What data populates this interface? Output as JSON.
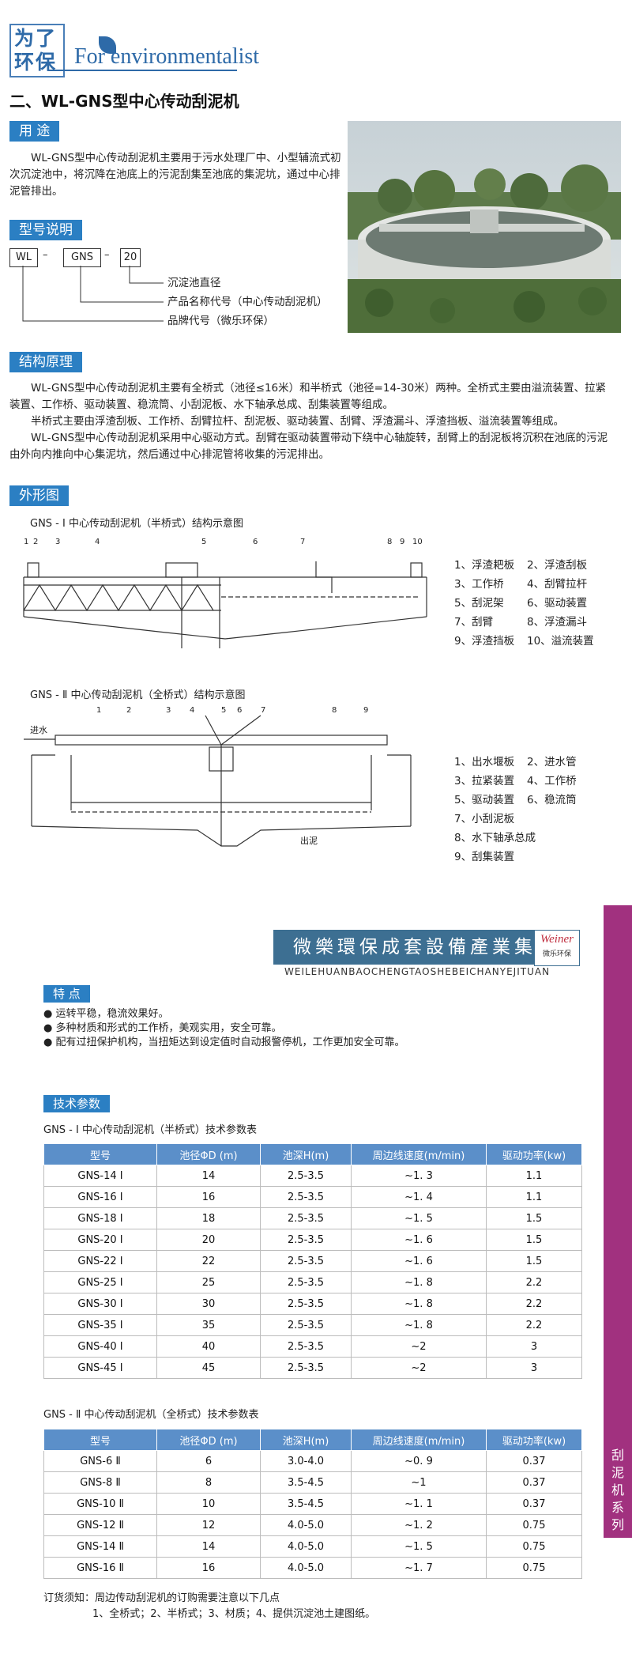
{
  "header": {
    "logo_cn_line1": "为了",
    "logo_cn_line2": "环保",
    "logo_en": "For environmentalist",
    "page_title": "二、WL-GNS型中心传动刮泥机"
  },
  "usage": {
    "heading": "用 途",
    "text": "WL-GNS型中心传动刮泥机主要用于污水处理厂中、小型辅流式初次沉淀池中，将沉降在池底上的污泥刮集至池底的集泥坑，通过中心排泥管排出。"
  },
  "model": {
    "heading": "型号说明",
    "boxes": [
      "WL",
      "GNS",
      "20"
    ],
    "dash": "–",
    "labels": [
      "沉淀池直径",
      "产品名称代号（中心传动刮泥机）",
      "品牌代号（微乐环保）"
    ]
  },
  "structure": {
    "heading": "结构原理",
    "paragraphs": [
      "WL-GNS型中心传动刮泥机主要有全桥式（池径≤16米）和半桥式（池径=14-30米）两种。全桥式主要由溢流装置、拉紧装置、工作桥、驱动装置、稳流筒、小刮泥板、水下轴承总成、刮集装置等组成。",
      "半桥式主要由浮渣刮板、工作桥、刮臂拉杆、刮泥板、驱动装置、刮臂、浮渣漏斗、浮渣挡板、溢流装置等组成。",
      "WL-GNS型中心传动刮泥机采用中心驱动方式。刮臂在驱动装置带动下绕中心轴旋转，刮臂上的刮泥板将沉积在池底的污泥由外向内推向中心集泥坑，然后通过中心排泥管将收集的污泥排出。"
    ]
  },
  "appearance": {
    "heading": "外形图",
    "diagram1": {
      "title": "GNS - Ⅰ 中心传动刮泥机（半桥式）结构示意图",
      "numbers": [
        "1",
        "2",
        "3",
        "4",
        "5",
        "6",
        "7",
        "8",
        "9",
        "10"
      ],
      "legend": [
        [
          "1、浮渣耙板",
          "2、浮渣刮板"
        ],
        [
          "3、工作桥",
          "4、刮臂拉杆"
        ],
        [
          "5、刮泥架",
          "6、驱动装置"
        ],
        [
          "7、刮臂",
          "8、浮渣漏斗"
        ],
        [
          "9、浮渣挡板",
          "10、溢流装置"
        ]
      ]
    },
    "diagram2": {
      "title": "GNS - Ⅱ 中心传动刮泥机（全桥式）结构示意图",
      "numbers": [
        "1",
        "2",
        "3",
        "4",
        "5",
        "6",
        "7",
        "8",
        "9"
      ],
      "inlet": "进水",
      "outlet": "出泥",
      "legend": [
        [
          "1、出水堰板",
          "2、进水管"
        ],
        [
          "3、拉紧装置",
          "4、工作桥"
        ],
        [
          "5、驱动装置",
          "6、稳流筒"
        ],
        [
          "7、小刮泥板",
          "8、水下轴承总成"
        ],
        [
          "9、刮集装置",
          ""
        ]
      ]
    }
  },
  "brand": {
    "title": "微樂環保成套設備產業集團",
    "subtitle": "WEILEHUANBAOCHENGTAOSHEBEICHANYEJITUAN",
    "logo_text": "Weiner",
    "logo_sub": "微乐环保"
  },
  "ribbon_text": "刮泥机系列",
  "features": {
    "heading": "特 点",
    "items": [
      "运转平稳，稳流效果好。",
      "多种材质和形式的工作桥，美观实用，安全可靠。",
      "配有过扭保护机构，当扭矩达到设定值时自动报警停机，工作更加安全可靠。"
    ]
  },
  "params": {
    "heading": "技术参数",
    "table1": {
      "title": "GNS - Ⅰ 中心传动刮泥机（半桥式）技术参数表",
      "headers": [
        "型号",
        "池径ΦD (m)",
        "池深H(m)",
        "周边线速度(m/min)",
        "驱动功率(kw)"
      ],
      "rows": [
        [
          "GNS-14 Ⅰ",
          "14",
          "2.5-3.5",
          "~1. 3",
          "1.1"
        ],
        [
          "GNS-16 Ⅰ",
          "16",
          "2.5-3.5",
          "~1. 4",
          "1.1"
        ],
        [
          "GNS-18 Ⅰ",
          "18",
          "2.5-3.5",
          "~1. 5",
          "1.5"
        ],
        [
          "GNS-20 Ⅰ",
          "20",
          "2.5-3.5",
          "~1. 6",
          "1.5"
        ],
        [
          "GNS-22 Ⅰ",
          "22",
          "2.5-3.5",
          "~1. 6",
          "1.5"
        ],
        [
          "GNS-25 Ⅰ",
          "25",
          "2.5-3.5",
          "~1. 8",
          "2.2"
        ],
        [
          "GNS-30 Ⅰ",
          "30",
          "2.5-3.5",
          "~1. 8",
          "2.2"
        ],
        [
          "GNS-35 Ⅰ",
          "35",
          "2.5-3.5",
          "~1. 8",
          "2.2"
        ],
        [
          "GNS-40 Ⅰ",
          "40",
          "2.5-3.5",
          "~2",
          "3"
        ],
        [
          "GNS-45 Ⅰ",
          "45",
          "2.5-3.5",
          "~2",
          "3"
        ]
      ]
    },
    "table2": {
      "title": "GNS - Ⅱ 中心传动刮泥机（全桥式）技术参数表",
      "headers": [
        "型号",
        "池径ΦD (m)",
        "池深H(m)",
        "周边线速度(m/min)",
        "驱动功率(kw)"
      ],
      "rows": [
        [
          "GNS-6 Ⅱ",
          "6",
          "3.0-4.0",
          "~0. 9",
          "0.37"
        ],
        [
          "GNS-8 Ⅱ",
          "8",
          "3.5-4.5",
          "~1",
          "0.37"
        ],
        [
          "GNS-10 Ⅱ",
          "10",
          "3.5-4.5",
          "~1. 1",
          "0.37"
        ],
        [
          "GNS-12 Ⅱ",
          "12",
          "4.0-5.0",
          "~1. 2",
          "0.75"
        ],
        [
          "GNS-14 Ⅱ",
          "14",
          "4.0-5.0",
          "~1. 5",
          "0.75"
        ],
        [
          "GNS-16 Ⅱ",
          "16",
          "4.0-5.0",
          "~1. 7",
          "0.75"
        ]
      ]
    }
  },
  "order_note": {
    "line1": "订货须知：周边传动刮泥机的订购需要注意以下几点",
    "line2": "1、全桥式；2、半桥式；3、材质；4、提供沉淀池土建图纸。"
  },
  "colors": {
    "accent_blue": "#2b7fc3",
    "table_header": "#5b8fc9",
    "ribbon": "#a1317f",
    "brand_banner": "#3d6f92"
  }
}
